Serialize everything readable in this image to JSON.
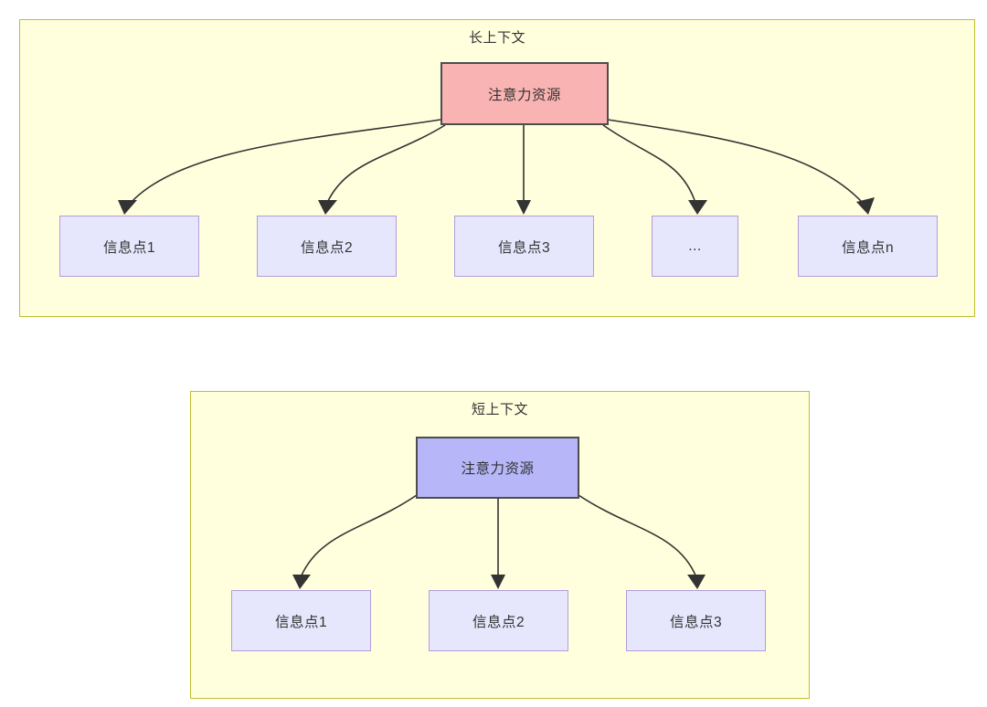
{
  "diagram": {
    "type": "flowchart",
    "panels": [
      {
        "id": "long-context",
        "title": "长上下文",
        "fill_color": "#FFFFDD",
        "border_color": "#BFBF2E",
        "root": {
          "label": "注意力资源",
          "fill_color": "#FAB3B3",
          "border_color": "#4D4D4D"
        },
        "children": [
          {
            "label": "信息点1",
            "fill_color": "#E6E6FC",
            "border_color": "#B39DDB"
          },
          {
            "label": "信息点2",
            "fill_color": "#E6E6FC",
            "border_color": "#B39DDB"
          },
          {
            "label": "信息点3",
            "fill_color": "#E6E6FC",
            "border_color": "#B39DDB"
          },
          {
            "label": "...",
            "fill_color": "#E6E6FC",
            "border_color": "#B39DDB"
          },
          {
            "label": "信息点n",
            "fill_color": "#E6E6FC",
            "border_color": "#B39DDB"
          }
        ]
      },
      {
        "id": "short-context",
        "title": "短上下文",
        "fill_color": "#FFFFDD",
        "border_color": "#BFBF2E",
        "root": {
          "label": "注意力资源",
          "fill_color": "#B6B6F8",
          "border_color": "#4D4D4D"
        },
        "children": [
          {
            "label": "信息点1",
            "fill_color": "#E6E6FC",
            "border_color": "#B39DDB"
          },
          {
            "label": "信息点2",
            "fill_color": "#E6E6FC",
            "border_color": "#B39DDB"
          },
          {
            "label": "信息点3",
            "fill_color": "#E6E6FC",
            "border_color": "#B39DDB"
          }
        ]
      }
    ],
    "edge_color": "#333333"
  }
}
